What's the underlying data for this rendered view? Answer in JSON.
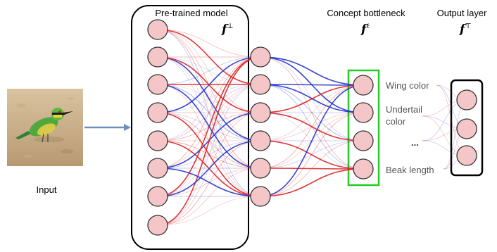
{
  "input": {
    "label": "Input"
  },
  "pretrained": {
    "title": "Pre-trained model",
    "symbol": "f",
    "superscript": "⊥"
  },
  "bottleneck": {
    "title": "Concept bottleneck",
    "symbol": "f",
    "superscript": "ℓ"
  },
  "output": {
    "title": "Output layer",
    "symbol": "f",
    "superscript": "⊤"
  },
  "concepts": {
    "wing": "Wing color",
    "undertail_1": "Undertail",
    "undertail_2": "color",
    "ellipsis": "...",
    "beak": "Beak length"
  },
  "colors": {
    "node_fill": "#f5c6c8",
    "node_stroke": "#333333",
    "edge_red": "#dd2222",
    "edge_blue": "#2233cc",
    "bottleneck_box": "#22cc22",
    "arrow": "#6f8fbf"
  }
}
